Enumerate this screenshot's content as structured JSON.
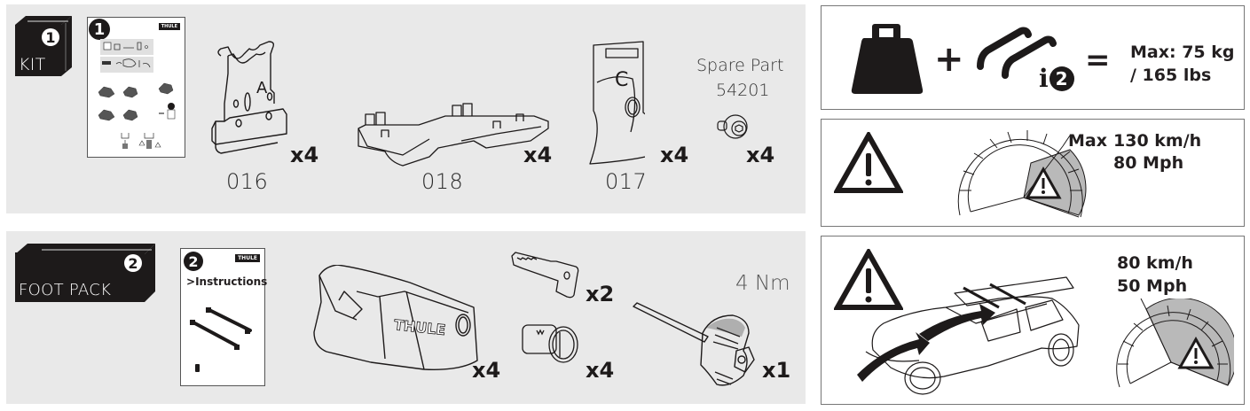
{
  "kit_section": {
    "box_label": "KIT",
    "box_number": "1",
    "booklet_number": "1",
    "booklet_brand": "THULE",
    "parts": [
      {
        "code": "016",
        "qty": "x4",
        "letter": "A"
      },
      {
        "code": "018",
        "qty": "x4"
      },
      {
        "code": "017",
        "qty": "x4",
        "letter": "C"
      }
    ],
    "spare_part": {
      "label": "Spare Part",
      "number": "54201",
      "qty": "x4"
    }
  },
  "foot_pack_section": {
    "box_label": "FOOT PACK",
    "box_number": "2",
    "booklet_number": "2",
    "booklet_brand": "THULE",
    "booklet_title": "Instructions",
    "booklet_prefix": ">",
    "items": [
      {
        "name": "foot",
        "qty": "x4",
        "brand": "THULE"
      },
      {
        "name": "key",
        "qty": "x2"
      },
      {
        "name": "lock-cylinder",
        "qty": "x4"
      },
      {
        "name": "torque-tool",
        "qty": "x1",
        "torque": "4 Nm"
      }
    ]
  },
  "info_boxes": {
    "load": {
      "plus": "+",
      "equals": "=",
      "info_letter": "i",
      "info_number": "2",
      "line1": "Max: 75 kg",
      "line2": "/ 165 lbs"
    },
    "speed_max": {
      "label": "Max",
      "kmh": "130 km/h",
      "mph": "80 Mph"
    },
    "speed_load": {
      "kmh": "80 km/h",
      "mph": "50 Mph"
    }
  },
  "colors": {
    "panel_bg": "#e9e9e9",
    "dark": "#1d1a1a",
    "gauge_fill": "#b9b9b9"
  }
}
